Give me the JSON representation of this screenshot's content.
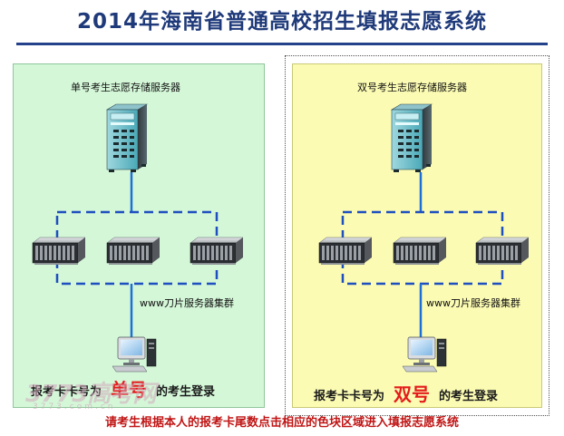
{
  "title": "2014年海南省普通高校招生填报志愿系统",
  "left": {
    "server_label": "单号考生志愿存储服务器",
    "cluster_label": "www刀片服务器集群",
    "login_prefix": "报考卡卡号为",
    "login_highlight": "单号",
    "login_suffix": "的考生登录"
  },
  "right": {
    "server_label": "双号考生志愿存储服务器",
    "cluster_label": "www刀片服务器集群",
    "login_prefix": "报考卡卡号为",
    "login_highlight": "双号",
    "login_suffix": "的考生登录"
  },
  "bottom_note": "请考生根据本人的报考卡尾数点击相应的色块区域进入填报志愿系统",
  "watermark": "3773高考网",
  "watermark_sub": "3773.com.cn",
  "colors": {
    "title": "#1f3a7a",
    "link": "#1e6fd9",
    "left_panel": "#d4f7d8",
    "right_panel": "#fbfbb3",
    "highlight": "#e41b1b"
  }
}
